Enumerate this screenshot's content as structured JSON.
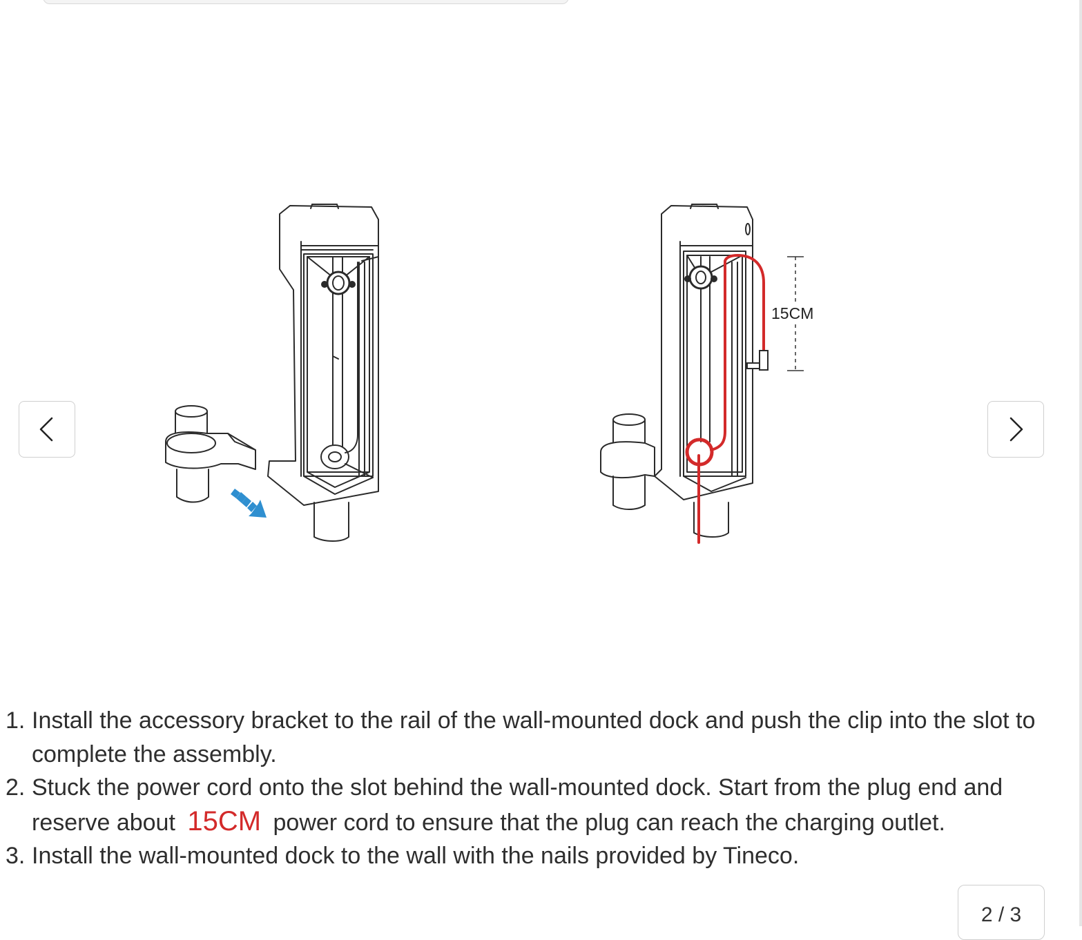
{
  "illustration": {
    "measure_label": "15CM"
  },
  "navigation": {
    "prev_icon": "chevron-left-icon",
    "next_icon": "chevron-right-icon"
  },
  "instructions": [
    {
      "number": "1.",
      "text": "Install the accessory bracket to the rail of the wall-mounted dock and push the clip into the slot to complete the assembly."
    },
    {
      "number": "2.",
      "text_before": "Stuck the power cord onto the slot behind the wall-mounted dock. Start from the plug end and reserve about",
      "highlight": "15CM",
      "text_after": "power cord to ensure that the plug can reach the charging outlet."
    },
    {
      "number": "3.",
      "text": "Install the wall-mounted dock to the wall with the nails provided by Tineco."
    }
  ],
  "pager": {
    "text": "2 / 3"
  },
  "colors": {
    "cord_red": "#d32a2a",
    "arrow_blue": "#2f8fd0",
    "line": "#2a2a2a"
  }
}
